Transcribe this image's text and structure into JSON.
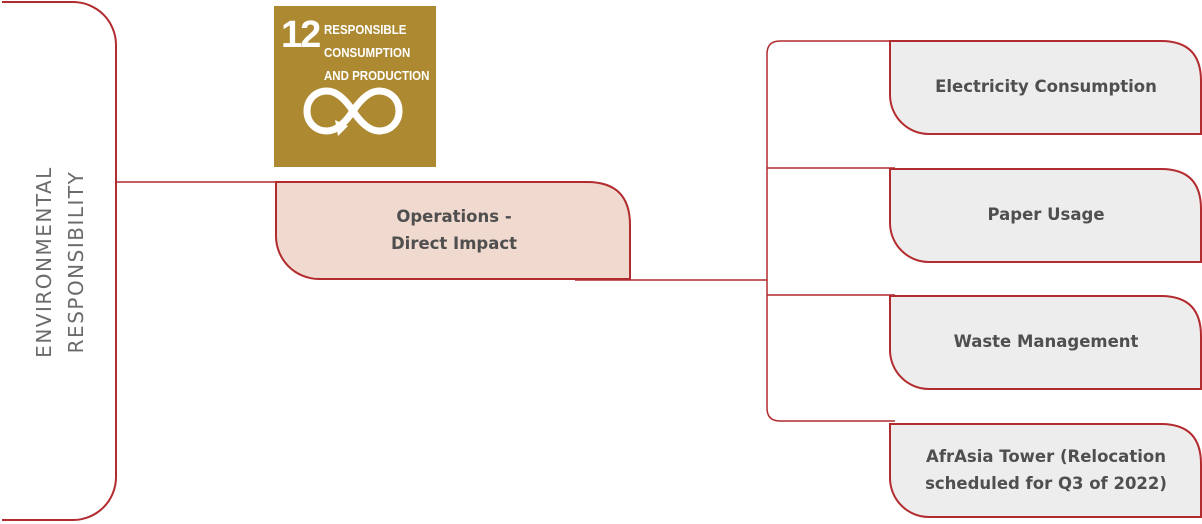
{
  "root": {
    "label_line1": "ENVIRONMENTAL",
    "label_line2": "RESPONSIBILITY"
  },
  "sdg": {
    "number": "12",
    "title_line1": "RESPONSIBLE",
    "title_line2": "CONSUMPTION",
    "title_line3": "AND PRODUCTION",
    "icon": "infinity-loop-icon",
    "color": "#ad8a32"
  },
  "operations": {
    "line1": "Operations -",
    "line2": "Direct Impact"
  },
  "items": [
    {
      "line1": "Electricity Consumption",
      "line2": ""
    },
    {
      "line1": "Paper Usage",
      "line2": ""
    },
    {
      "line1": "Waste Management",
      "line2": ""
    },
    {
      "line1": "AfrAsia Tower (Relocation",
      "line2": "scheduled for Q3 of 2022)"
    }
  ],
  "colors": {
    "accent": "#b22b2f",
    "operations_fill": "#f0d9cf",
    "item_fill": "#ededed",
    "text": "#4f4f4f"
  }
}
